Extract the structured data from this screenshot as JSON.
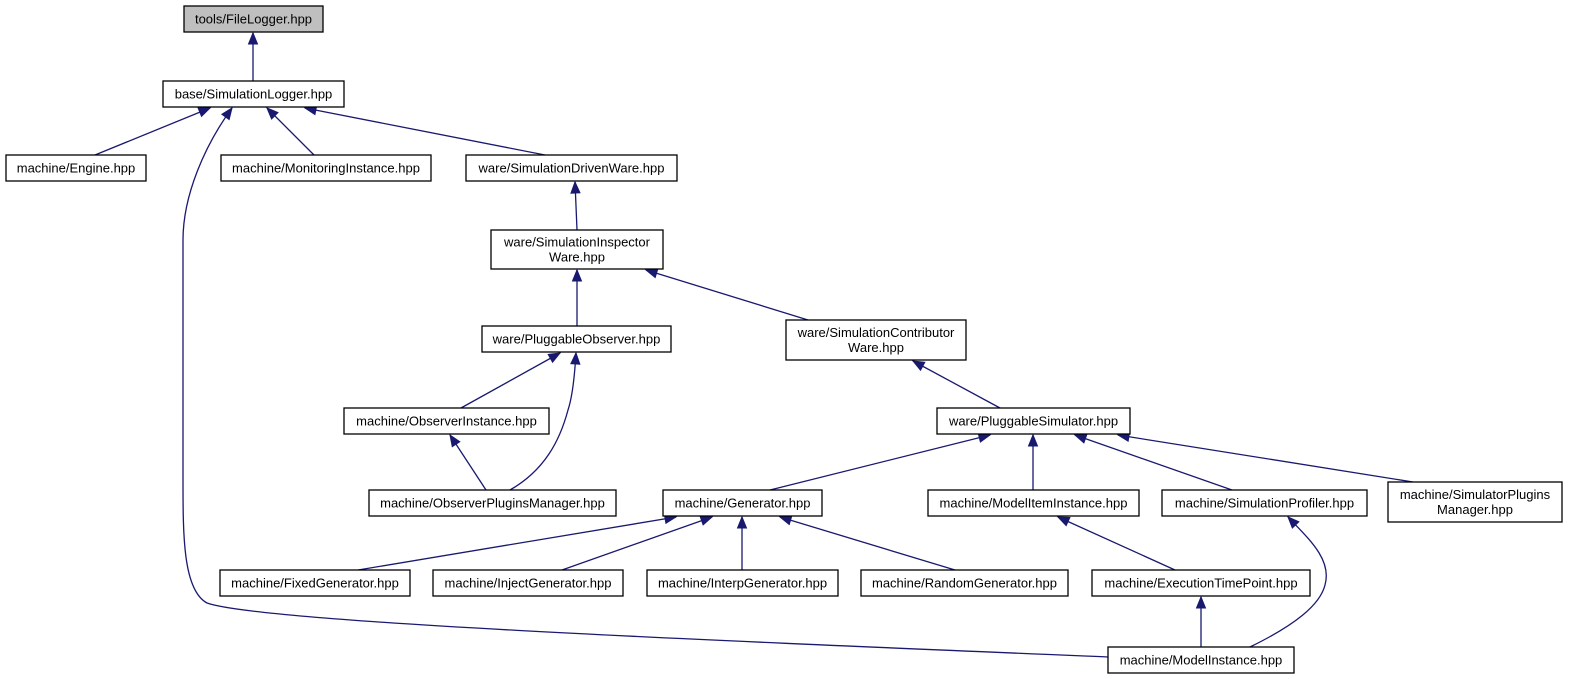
{
  "diagram": {
    "nodes": [
      {
        "id": "filelogger",
        "lines": [
          "tools/FileLogger.hpp"
        ],
        "root": true
      },
      {
        "id": "simlogger",
        "lines": [
          "base/SimulationLogger.hpp"
        ]
      },
      {
        "id": "engine",
        "lines": [
          "machine/Engine.hpp"
        ]
      },
      {
        "id": "monitoring",
        "lines": [
          "machine/MonitoringInstance.hpp"
        ]
      },
      {
        "id": "drivenware",
        "lines": [
          "ware/SimulationDrivenWare.hpp"
        ]
      },
      {
        "id": "inspectorware",
        "lines": [
          "ware/SimulationInspector",
          "Ware.hpp"
        ]
      },
      {
        "id": "pluggableobserver",
        "lines": [
          "ware/PluggableObserver.hpp"
        ]
      },
      {
        "id": "contributorware",
        "lines": [
          "ware/SimulationContributor",
          "Ware.hpp"
        ]
      },
      {
        "id": "observerinstance",
        "lines": [
          "machine/ObserverInstance.hpp"
        ]
      },
      {
        "id": "observerplugins",
        "lines": [
          "machine/ObserverPluginsManager.hpp"
        ]
      },
      {
        "id": "pluggablesimulator",
        "lines": [
          "ware/PluggableSimulator.hpp"
        ]
      },
      {
        "id": "generator",
        "lines": [
          "machine/Generator.hpp"
        ]
      },
      {
        "id": "modeliteminstance",
        "lines": [
          "machine/ModelItemInstance.hpp"
        ]
      },
      {
        "id": "simprofiler",
        "lines": [
          "machine/SimulationProfiler.hpp"
        ]
      },
      {
        "id": "simulatorplugins",
        "lines": [
          "machine/SimulatorPlugins",
          "Manager.hpp"
        ]
      },
      {
        "id": "fixedgen",
        "lines": [
          "machine/FixedGenerator.hpp"
        ]
      },
      {
        "id": "injectgen",
        "lines": [
          "machine/InjectGenerator.hpp"
        ]
      },
      {
        "id": "interpgen",
        "lines": [
          "machine/InterpGenerator.hpp"
        ]
      },
      {
        "id": "randomgen",
        "lines": [
          "machine/RandomGenerator.hpp"
        ]
      },
      {
        "id": "exectime",
        "lines": [
          "machine/ExecutionTimePoint.hpp"
        ]
      },
      {
        "id": "modelinstance",
        "lines": [
          "machine/ModelInstance.hpp"
        ]
      }
    ],
    "edges": [
      {
        "from": "simlogger",
        "to": "filelogger"
      },
      {
        "from": "engine",
        "to": "simlogger"
      },
      {
        "from": "monitoring",
        "to": "simlogger"
      },
      {
        "from": "drivenware",
        "to": "simlogger"
      },
      {
        "from": "modelinstance",
        "to": "simlogger"
      },
      {
        "from": "inspectorware",
        "to": "drivenware"
      },
      {
        "from": "pluggableobserver",
        "to": "inspectorware"
      },
      {
        "from": "contributorware",
        "to": "inspectorware"
      },
      {
        "from": "observerinstance",
        "to": "pluggableobserver"
      },
      {
        "from": "observerplugins",
        "to": "pluggableobserver"
      },
      {
        "from": "observerplugins",
        "to": "observerinstance"
      },
      {
        "from": "pluggablesimulator",
        "to": "contributorware"
      },
      {
        "from": "generator",
        "to": "pluggablesimulator"
      },
      {
        "from": "modeliteminstance",
        "to": "pluggablesimulator"
      },
      {
        "from": "simprofiler",
        "to": "pluggablesimulator"
      },
      {
        "from": "simulatorplugins",
        "to": "pluggablesimulator"
      },
      {
        "from": "fixedgen",
        "to": "generator"
      },
      {
        "from": "injectgen",
        "to": "generator"
      },
      {
        "from": "interpgen",
        "to": "generator"
      },
      {
        "from": "randomgen",
        "to": "generator"
      },
      {
        "from": "exectime",
        "to": "modeliteminstance"
      },
      {
        "from": "modelinstance",
        "to": "exectime"
      },
      {
        "from": "modelinstance",
        "to": "simprofiler"
      }
    ]
  }
}
